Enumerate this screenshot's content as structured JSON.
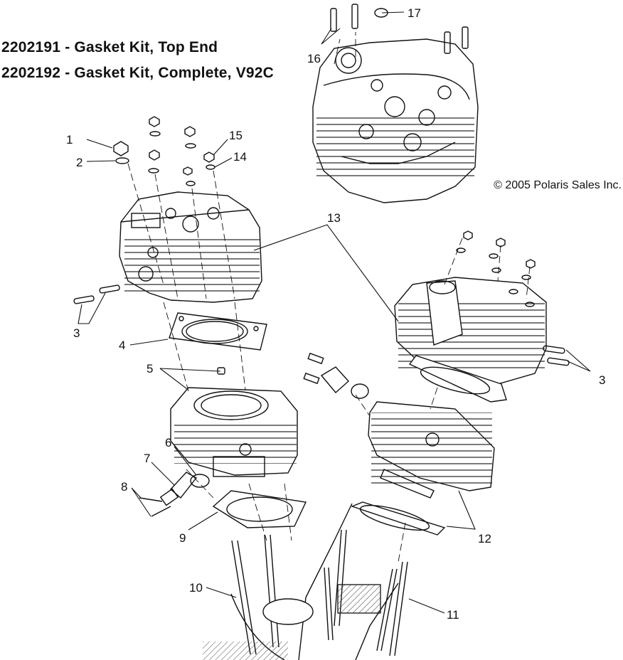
{
  "kits": [
    {
      "number": "2202191",
      "desc": "Gasket Kit, Top End"
    },
    {
      "number": "2202192",
      "desc": "Gasket Kit, Complete, V92C"
    }
  ],
  "copyright": "© 2005 Polaris Sales Inc.",
  "callouts": [
    "1",
    "2",
    "3",
    "3",
    "4",
    "5",
    "6",
    "7",
    "8",
    "9",
    "10",
    "11",
    "12",
    "13",
    "14",
    "15",
    "16",
    "17"
  ]
}
